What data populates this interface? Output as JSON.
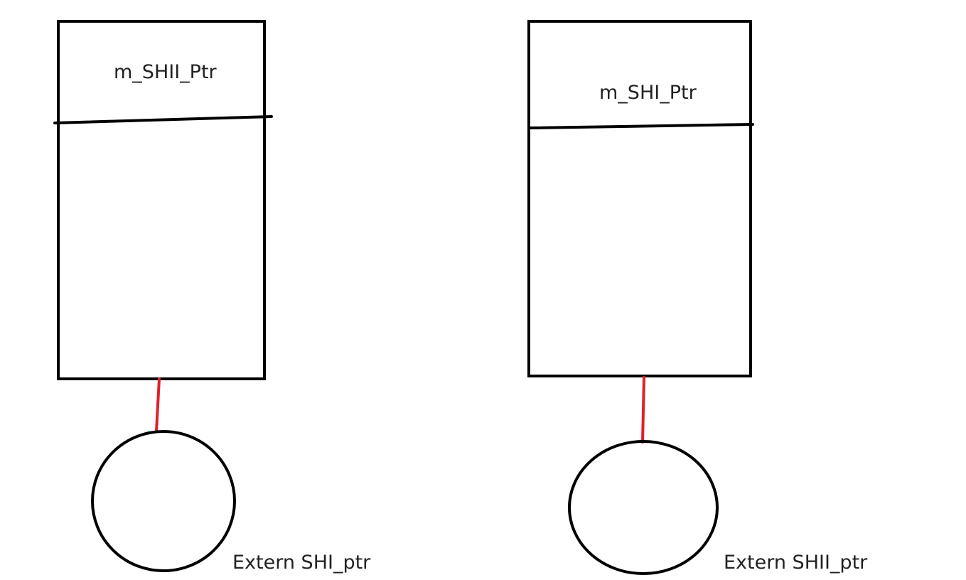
{
  "colors": {
    "stroke": "#000000",
    "connector": "#e0202a",
    "text": "#222222",
    "background": "#ffffff"
  },
  "diagram": {
    "left": {
      "box_label": "m_SHII_Ptr",
      "node_label": "Extern SHI_ptr"
    },
    "right": {
      "box_label": "m_SHI_Ptr",
      "node_label": "Extern SHII_ptr"
    }
  }
}
